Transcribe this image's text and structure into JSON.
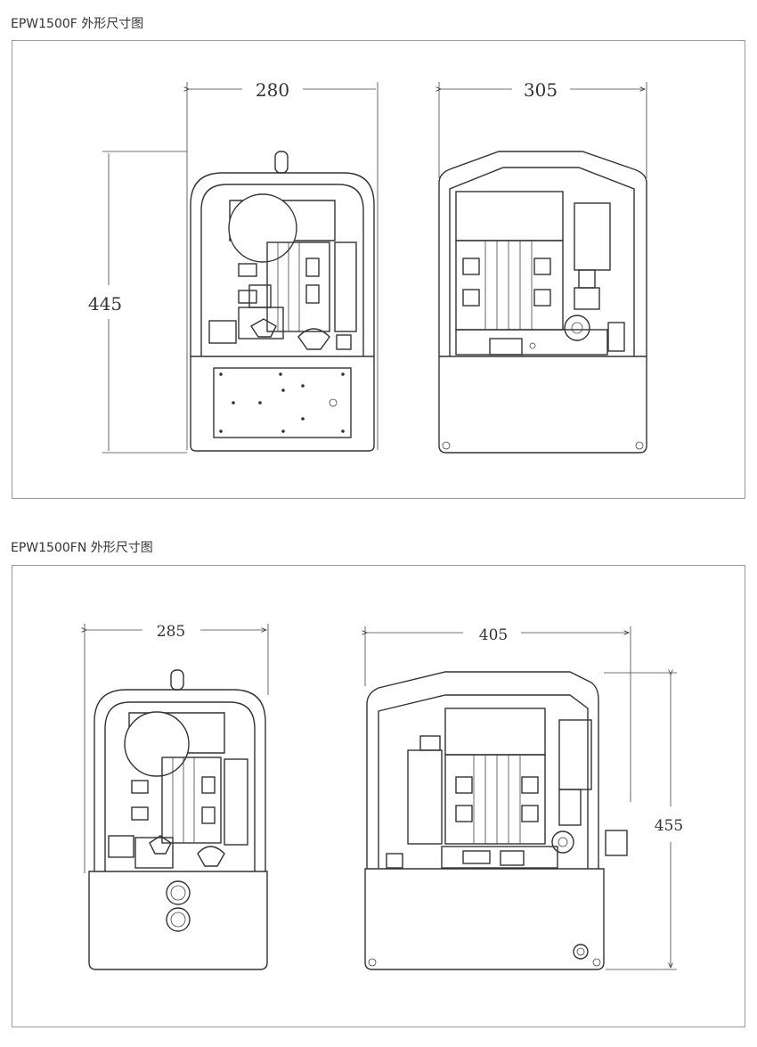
{
  "sections": [
    {
      "title": "EPW1500F 外形尺寸图",
      "dims": {
        "front_width": "280",
        "side_width": "305",
        "height": "445"
      }
    },
    {
      "title": "EPW1500FN 外形尺寸图",
      "dims": {
        "front_width": "285",
        "side_width": "405",
        "height": "455"
      }
    }
  ]
}
